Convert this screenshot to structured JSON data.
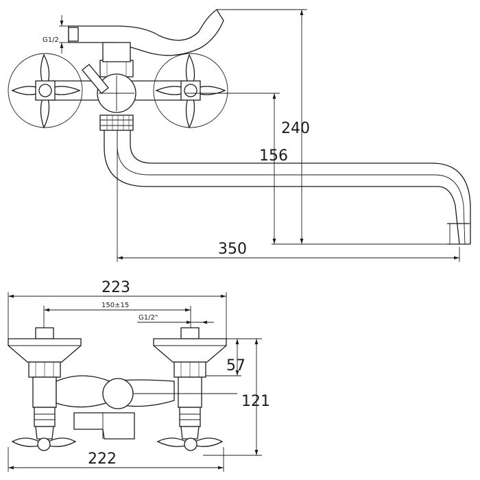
{
  "top_view": {
    "thread_label": "G1/2",
    "dim_height_total": "240",
    "dim_height_spout": "156",
    "dim_spout_reach": "350"
  },
  "front_view": {
    "dim_overall_width": "223",
    "dim_center_distance": "150±15",
    "thread_label": "G1/2\"",
    "dim_handle_height": "57",
    "dim_body_height": "121",
    "dim_base_width": "222"
  },
  "colors": {
    "line": "#1a1a1a",
    "background": "#ffffff"
  }
}
